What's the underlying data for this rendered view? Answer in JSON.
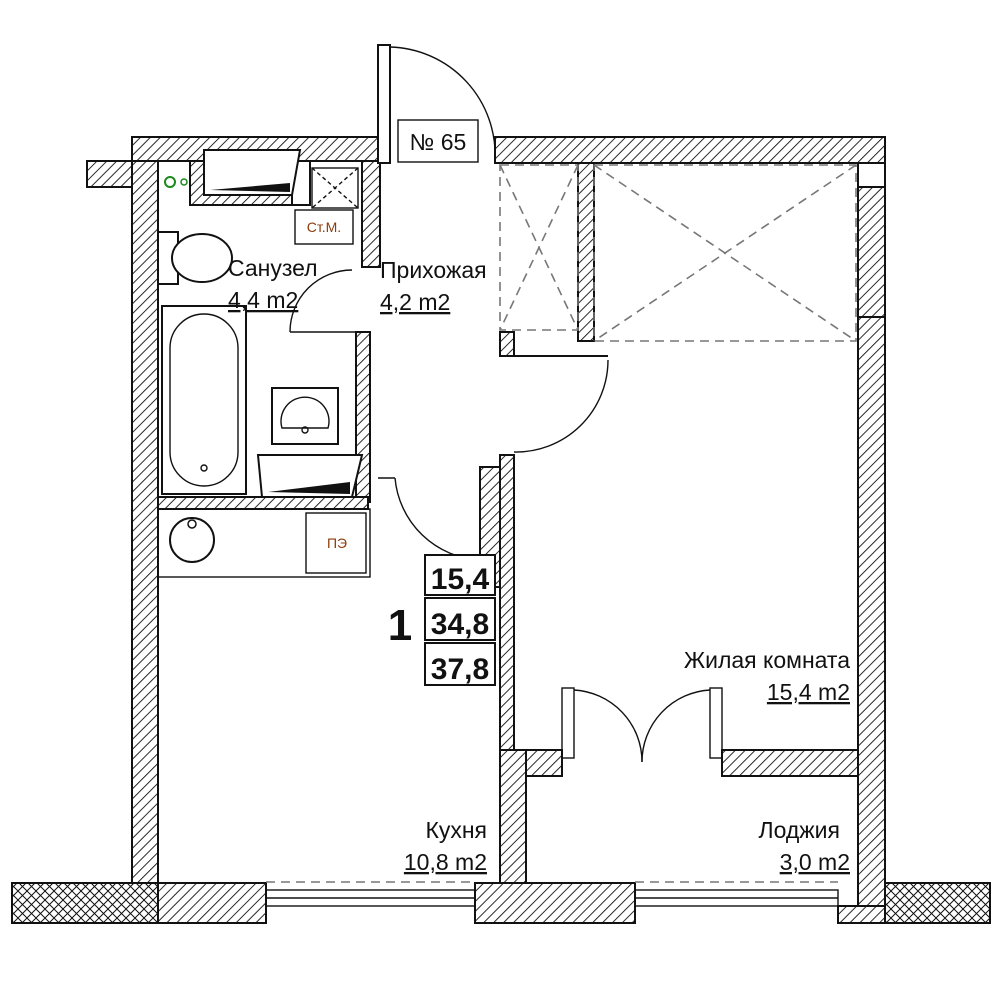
{
  "apartment": {
    "number_label": "№ 65",
    "rooms_count": "1",
    "areas": [
      "15,4",
      "34,8",
      "37,8"
    ]
  },
  "rooms": {
    "bathroom": {
      "name": "Санузел",
      "area": "4,4 m2"
    },
    "hallway": {
      "name": "Прихожая",
      "area": "4,2 m2"
    },
    "living": {
      "name": "Жилая комната",
      "area": "15,4 m2"
    },
    "kitchen": {
      "name": "Кухня",
      "area": "10,8 m2"
    },
    "loggia": {
      "name": "Лоджия",
      "area": "3,0 m2"
    }
  },
  "tags": {
    "riser": "Ст.М.",
    "electric_stove": "ПЭ"
  },
  "colors": {
    "line": "#111111",
    "tag_text": "#8a3c0c",
    "riser_circle": "#1a8a1a",
    "dashed": "#777777"
  }
}
